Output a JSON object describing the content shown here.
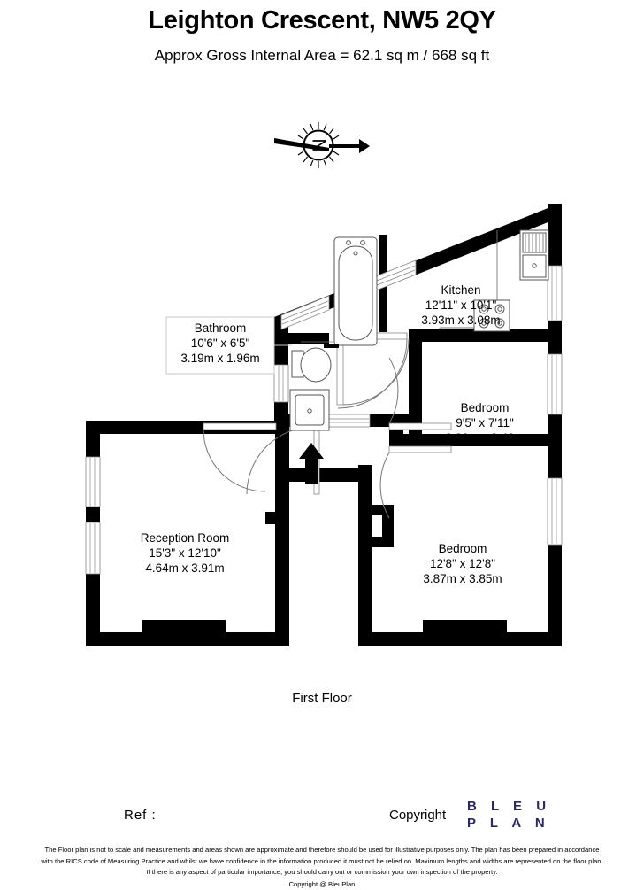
{
  "header": {
    "title": "Leighton Crescent, NW5 2QY",
    "subtitle": "Approx Gross Internal Area = 62.1 sq m / 668 sq ft"
  },
  "compass": {
    "label": "N",
    "icon": "compass-north-icon"
  },
  "plan": {
    "floor_caption": "First Floor",
    "rooms": [
      {
        "key": "bathroom",
        "name": "Bathroom",
        "imperial": "10'6\" x 6'5\"",
        "metric": "3.19m x 1.96m",
        "boxed": true
      },
      {
        "key": "kitchen",
        "name": "Kitchen",
        "imperial": "12'11\" x 10'1\"",
        "metric": "3.93m x 3.08m",
        "boxed": false
      },
      {
        "key": "bedroom_small",
        "name": "Bedroom",
        "imperial": "9'5\" x 7'11\"",
        "metric": "2.86m x 2.43m",
        "boxed": false
      },
      {
        "key": "bedroom_large",
        "name": "Bedroom",
        "imperial": "12'8\" x 12'8\"",
        "metric": "3.87m x 3.85m",
        "boxed": false
      },
      {
        "key": "reception",
        "name": "Reception Room",
        "imperial": "15'3\" x 12'10\"",
        "metric": "4.64m x 3.91m",
        "boxed": false
      }
    ],
    "fixtures": [
      "bath-icon",
      "wc-icon",
      "basin-icon",
      "kitchen-sink-icon",
      "hob-icon",
      "stairs-up-arrow-icon"
    ],
    "colors": {
      "wall": "#000000",
      "window": "#ffffff",
      "label_box_border": "#cccccc",
      "fixture_stroke": "#555555"
    }
  },
  "footer": {
    "ref_label": "Ref  :",
    "copyright_label": "Copyright",
    "logo_line1": "B L E U",
    "logo_line2": "P L A N",
    "logo_color": "#2a2a5e",
    "disclaimer": [
      "The Floor plan is not to scale and measurements and areas shown are approximate and therefore should be used for illustrative purposes only. The plan has been prepared in accordance",
      "with the RICS code of Measuring Practice and whilst we have confidence in the information produced it must not be relied on. Maximum lengths and widths are represented on the floor plan.",
      "If there is any aspect of particular importance, you should carry out or commission your own inspection of the property.",
      "Copyright @ BleuPlan"
    ]
  }
}
